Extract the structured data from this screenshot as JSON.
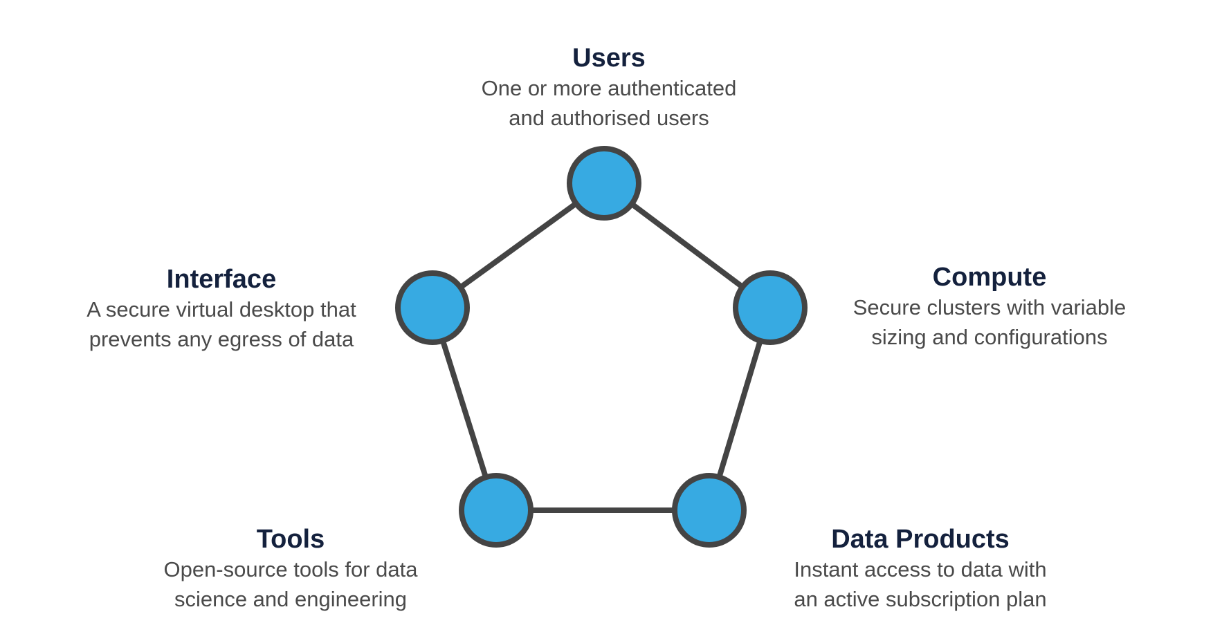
{
  "colors": {
    "node_fill": "#37aae2",
    "node_stroke": "#444444",
    "edge": "#444444",
    "title": "#14213d",
    "text": "#4a4a4a"
  },
  "nodes": [
    {
      "id": "users",
      "title": "Users",
      "desc": [
        "One or more authenticated",
        "and authorised users"
      ]
    },
    {
      "id": "compute",
      "title": "Compute",
      "desc": [
        "Secure clusters with variable",
        "sizing and configurations"
      ]
    },
    {
      "id": "products",
      "title": "Data Products",
      "desc": [
        "Instant access to data with",
        "an active subscription plan"
      ]
    },
    {
      "id": "tools",
      "title": "Tools",
      "desc": [
        "Open-source tools for data",
        "science and engineering"
      ]
    },
    {
      "id": "interface",
      "title": "Interface",
      "desc": [
        "A secure virtual desktop that",
        "prevents any egress of data"
      ]
    }
  ],
  "edges": [
    [
      "users",
      "compute"
    ],
    [
      "compute",
      "products"
    ],
    [
      "products",
      "tools"
    ],
    [
      "tools",
      "interface"
    ],
    [
      "interface",
      "users"
    ]
  ]
}
